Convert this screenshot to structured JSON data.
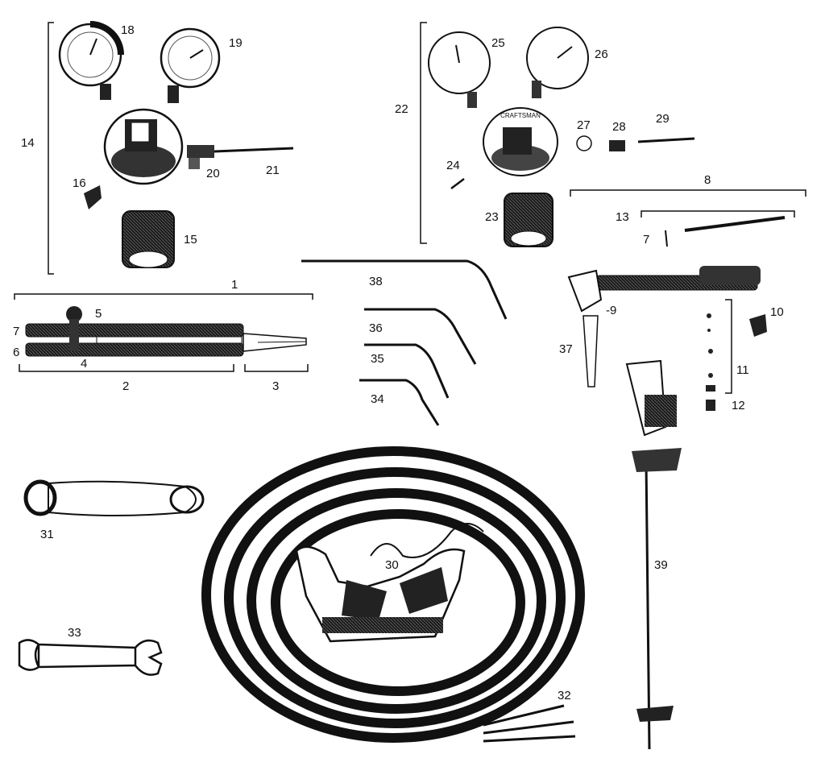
{
  "diagram": {
    "callouts": {
      "n1": "1",
      "n2": "2",
      "n3": "3",
      "n4": "4",
      "n5": "5",
      "n6": "6",
      "n7": "7",
      "n7b": "7",
      "n8": "8",
      "n9": "-9",
      "n10": "10",
      "n11": "11",
      "n12": "12",
      "n13": "13",
      "n14": "14",
      "n15": "15",
      "n16": "16",
      "n18": "18",
      "n19": "19",
      "n20": "20",
      "n21": "21",
      "n22": "22",
      "n23": "23",
      "n24": "24",
      "n25": "25",
      "n26": "26",
      "n27": "27",
      "n28": "28",
      "n29": "29",
      "n30": "30",
      "n31": "31",
      "n32": "32",
      "n33": "33",
      "n34": "34",
      "n35": "35",
      "n36": "36",
      "n37": "37",
      "n38": "38",
      "n39": "39"
    },
    "regulator_dial_text": "CRAFTSMAN"
  }
}
